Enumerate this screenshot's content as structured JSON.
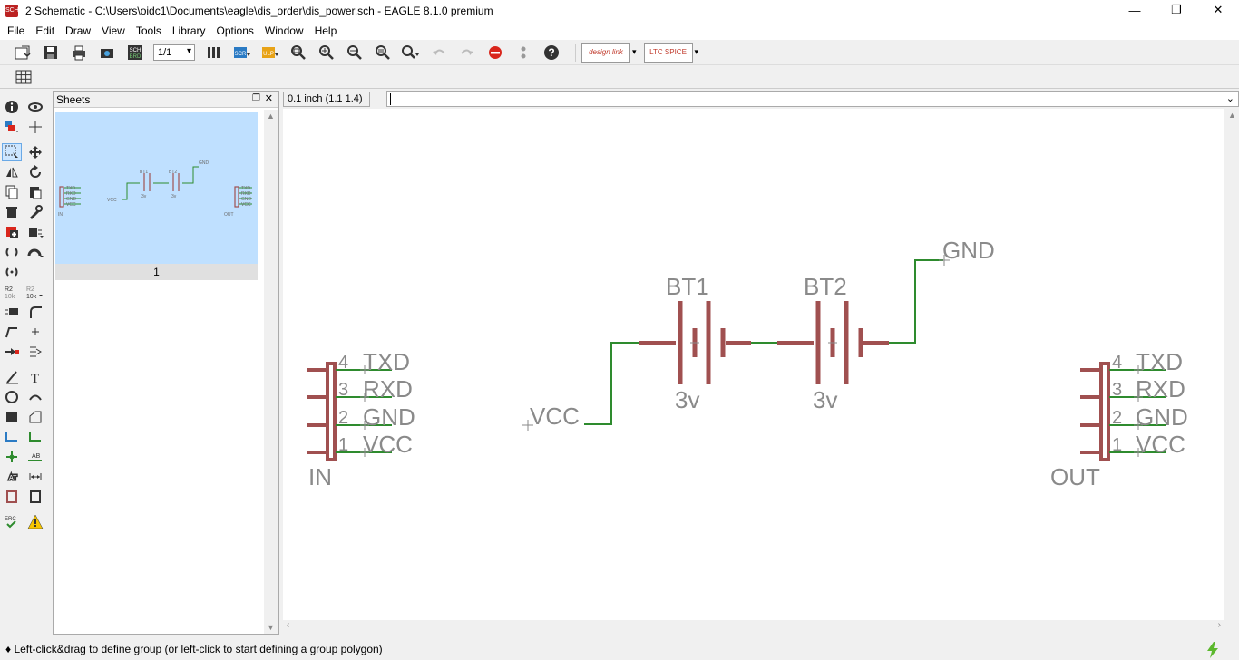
{
  "window": {
    "title": "2 Schematic - C:\\Users\\oidc1\\Documents\\eagle\\dis_order\\dis_power.sch - EAGLE 8.1.0 premium",
    "app_icon": "SCH",
    "controls": [
      "—",
      "❐",
      "✕"
    ]
  },
  "menu": [
    "File",
    "Edit",
    "Draw",
    "View",
    "Tools",
    "Library",
    "Options",
    "Window",
    "Help"
  ],
  "toolbar": {
    "sheet_selector": "1/1",
    "designlink_label": "design link",
    "ltspice_label": "LTC SPICE"
  },
  "sheets_panel": {
    "title": "Sheets",
    "sheet_number": "1"
  },
  "coords": {
    "grid_readout": "0.1 inch (1.1 1.4)",
    "command_value": ""
  },
  "schematic": {
    "in_connector": {
      "name": "IN",
      "pins": [
        {
          "num": "4",
          "label": "TXD"
        },
        {
          "num": "3",
          "label": "RXD"
        },
        {
          "num": "2",
          "label": "GND"
        },
        {
          "num": "1",
          "label": "VCC"
        }
      ]
    },
    "out_connector": {
      "name": "OUT",
      "pins": [
        {
          "num": "4",
          "label": "TXD"
        },
        {
          "num": "3",
          "label": "RXD"
        },
        {
          "num": "2",
          "label": "GND"
        },
        {
          "num": "1",
          "label": "VCC"
        }
      ]
    },
    "batteries": [
      {
        "name": "BT1",
        "value": "3v"
      },
      {
        "name": "BT2",
        "value": "3v"
      }
    ],
    "vcc_label": "VCC",
    "gnd_label": "GND"
  },
  "status": {
    "message": "♦ Left-click&drag to define group (or left-click to start defining a group polygon)"
  },
  "colors": {
    "symbol": "#a05050",
    "net": "#2e8b2e",
    "text": "#8a8a8a"
  }
}
